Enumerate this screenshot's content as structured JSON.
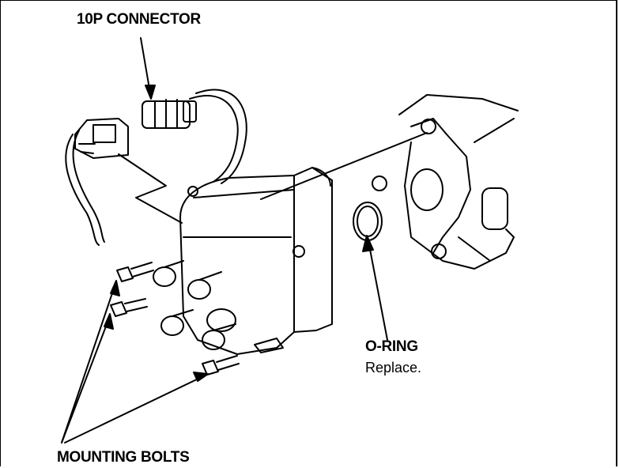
{
  "callouts": {
    "connector": "10P CONNECTOR",
    "oring": "O-RING",
    "oring_note": "Replace.",
    "bolts": "MOUNTING BOLTS"
  }
}
